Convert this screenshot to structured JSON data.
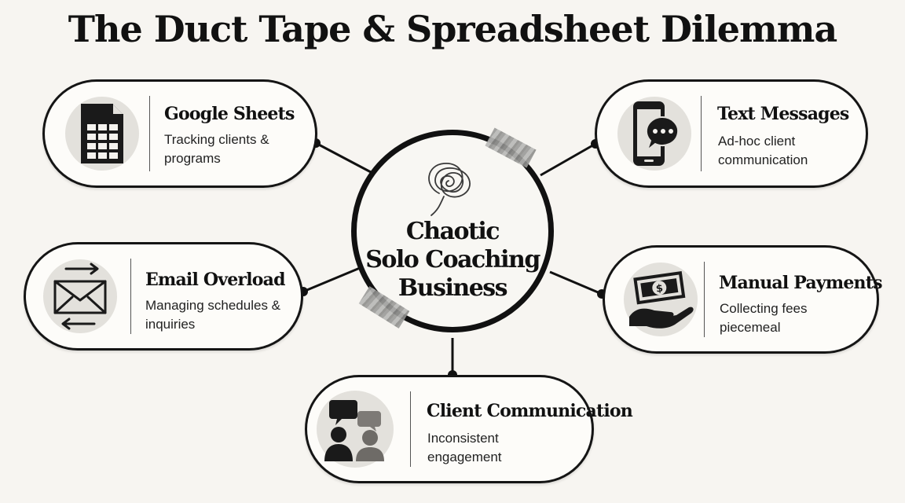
{
  "title": "The Duct Tape & Spreadsheet Dilemma",
  "hub": {
    "lines": [
      "Chaotic",
      "Solo Coaching",
      "Business"
    ],
    "icon": "tangled-scribble-icon"
  },
  "nodes": {
    "google_sheets": {
      "title": "Google Sheets",
      "description": [
        "Tracking clients &",
        "programs"
      ],
      "icon": "spreadsheet-icon"
    },
    "text_messages": {
      "title": "Text Messages",
      "description": [
        "Ad-hoc client",
        "communication"
      ],
      "icon": "smartphone-chat-icon"
    },
    "email_overload": {
      "title": "Email Overload",
      "description": [
        "Managing schedules &",
        "inquiries"
      ],
      "icon": "envelope-arrows-icon"
    },
    "manual_payments": {
      "title": "Manual Payments",
      "description": [
        "Collecting fees",
        "piecemeal"
      ],
      "icon": "hand-cash-icon"
    },
    "client_communication": {
      "title": "Client Communication",
      "description": [
        "Inconsistent",
        "engagement"
      ],
      "icon": "people-speech-icon"
    }
  },
  "colors": {
    "background": "#f7f5f1",
    "outline": "#151515",
    "icon_circle": "#e3e1dc"
  }
}
